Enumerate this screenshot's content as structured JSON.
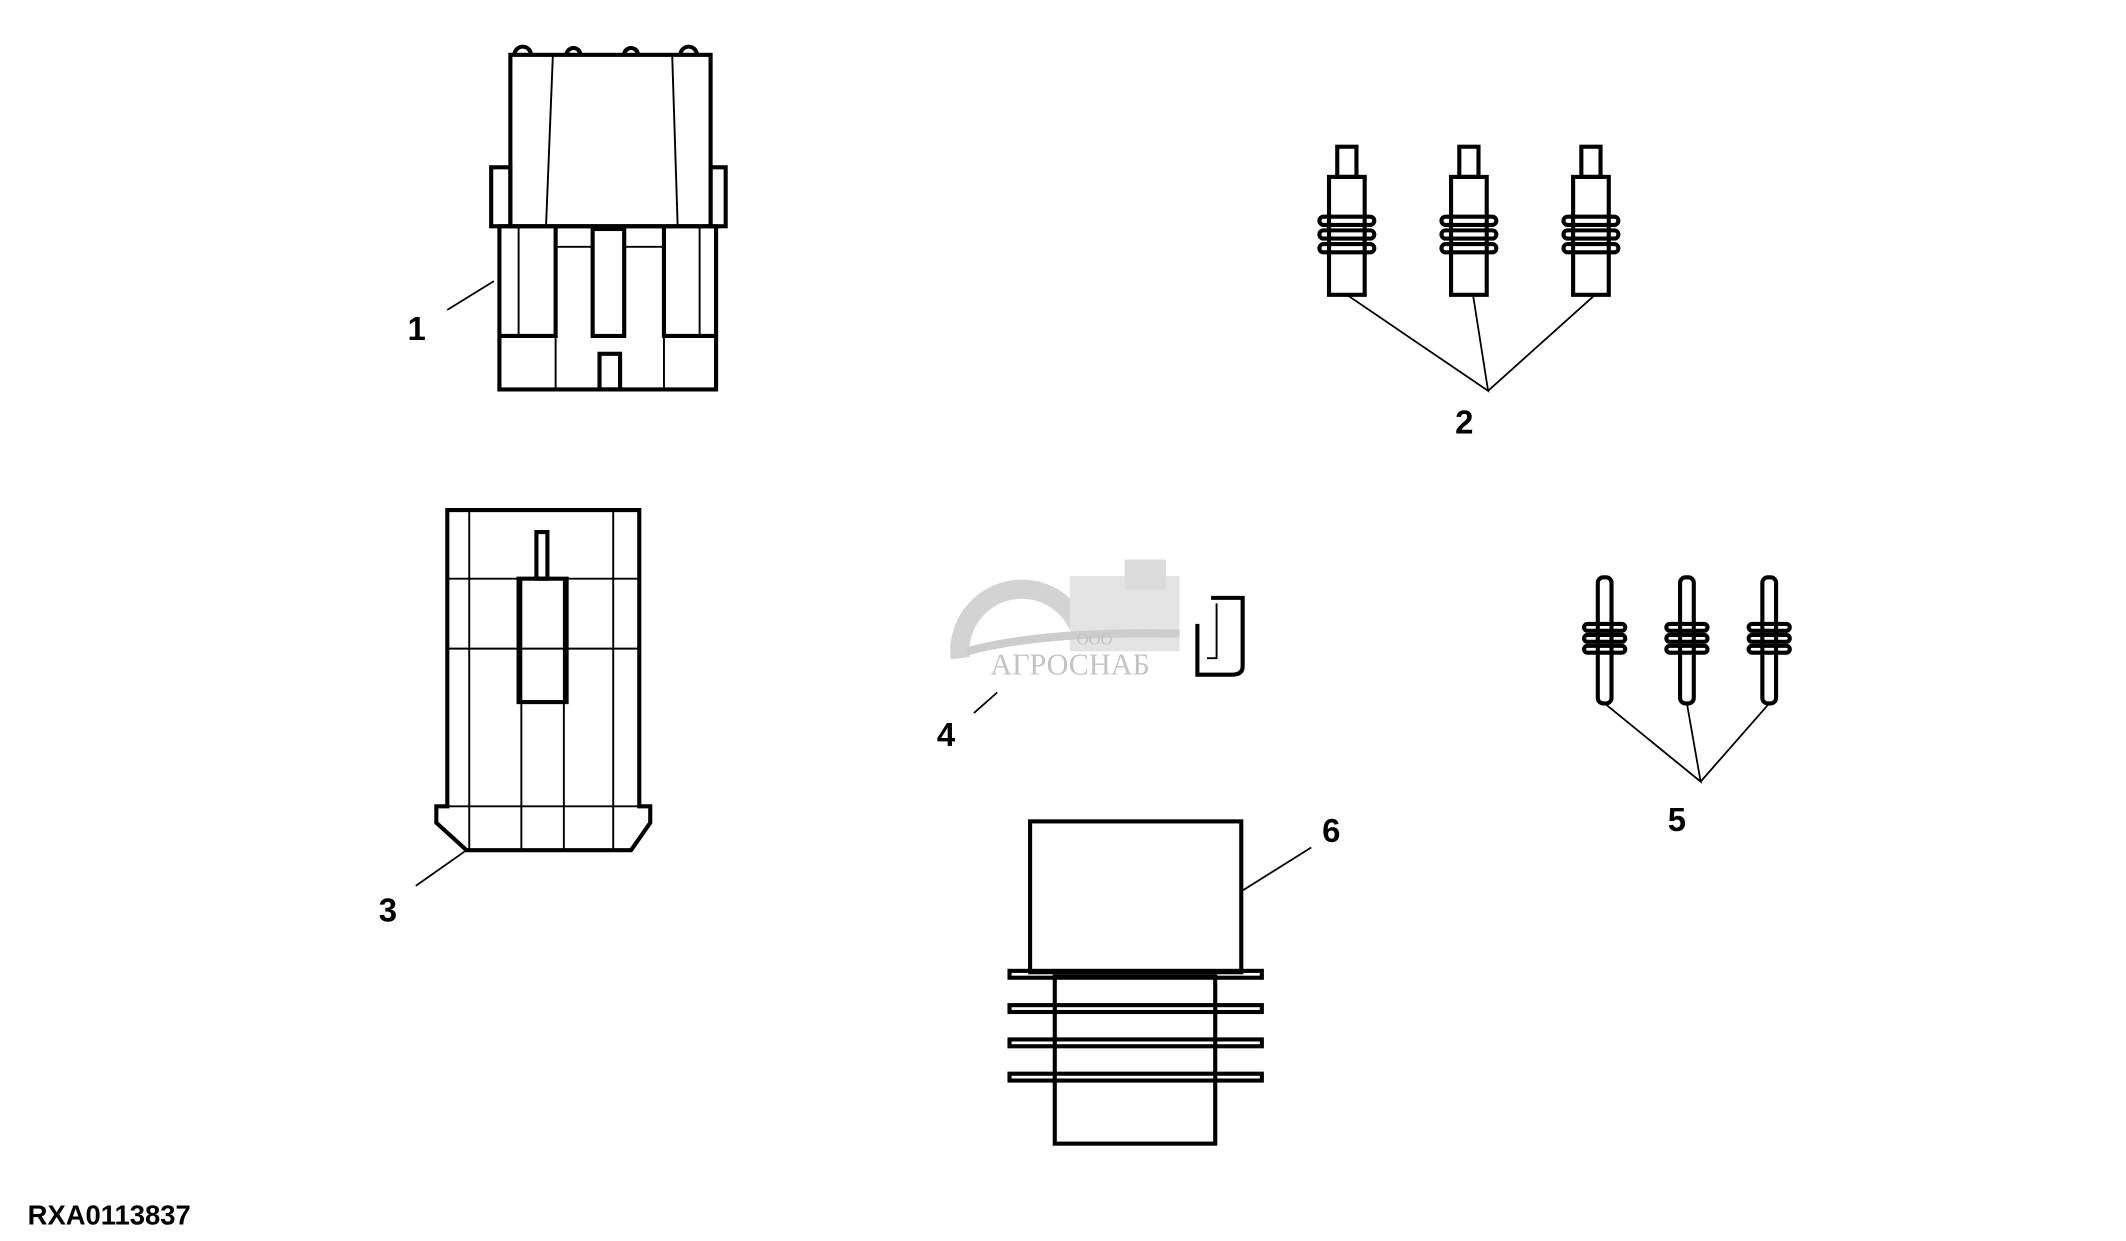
{
  "callouts": {
    "c1": "1",
    "c2": "2",
    "c3": "3",
    "c4": "4",
    "c5": "5",
    "c6": "6"
  },
  "figure_code": "RXA0113837",
  "watermark": {
    "prefix": "ООО",
    "name": "АГРОСНАБ"
  },
  "colors": {
    "line": "#000000",
    "watermark": "#bdbdbd"
  }
}
